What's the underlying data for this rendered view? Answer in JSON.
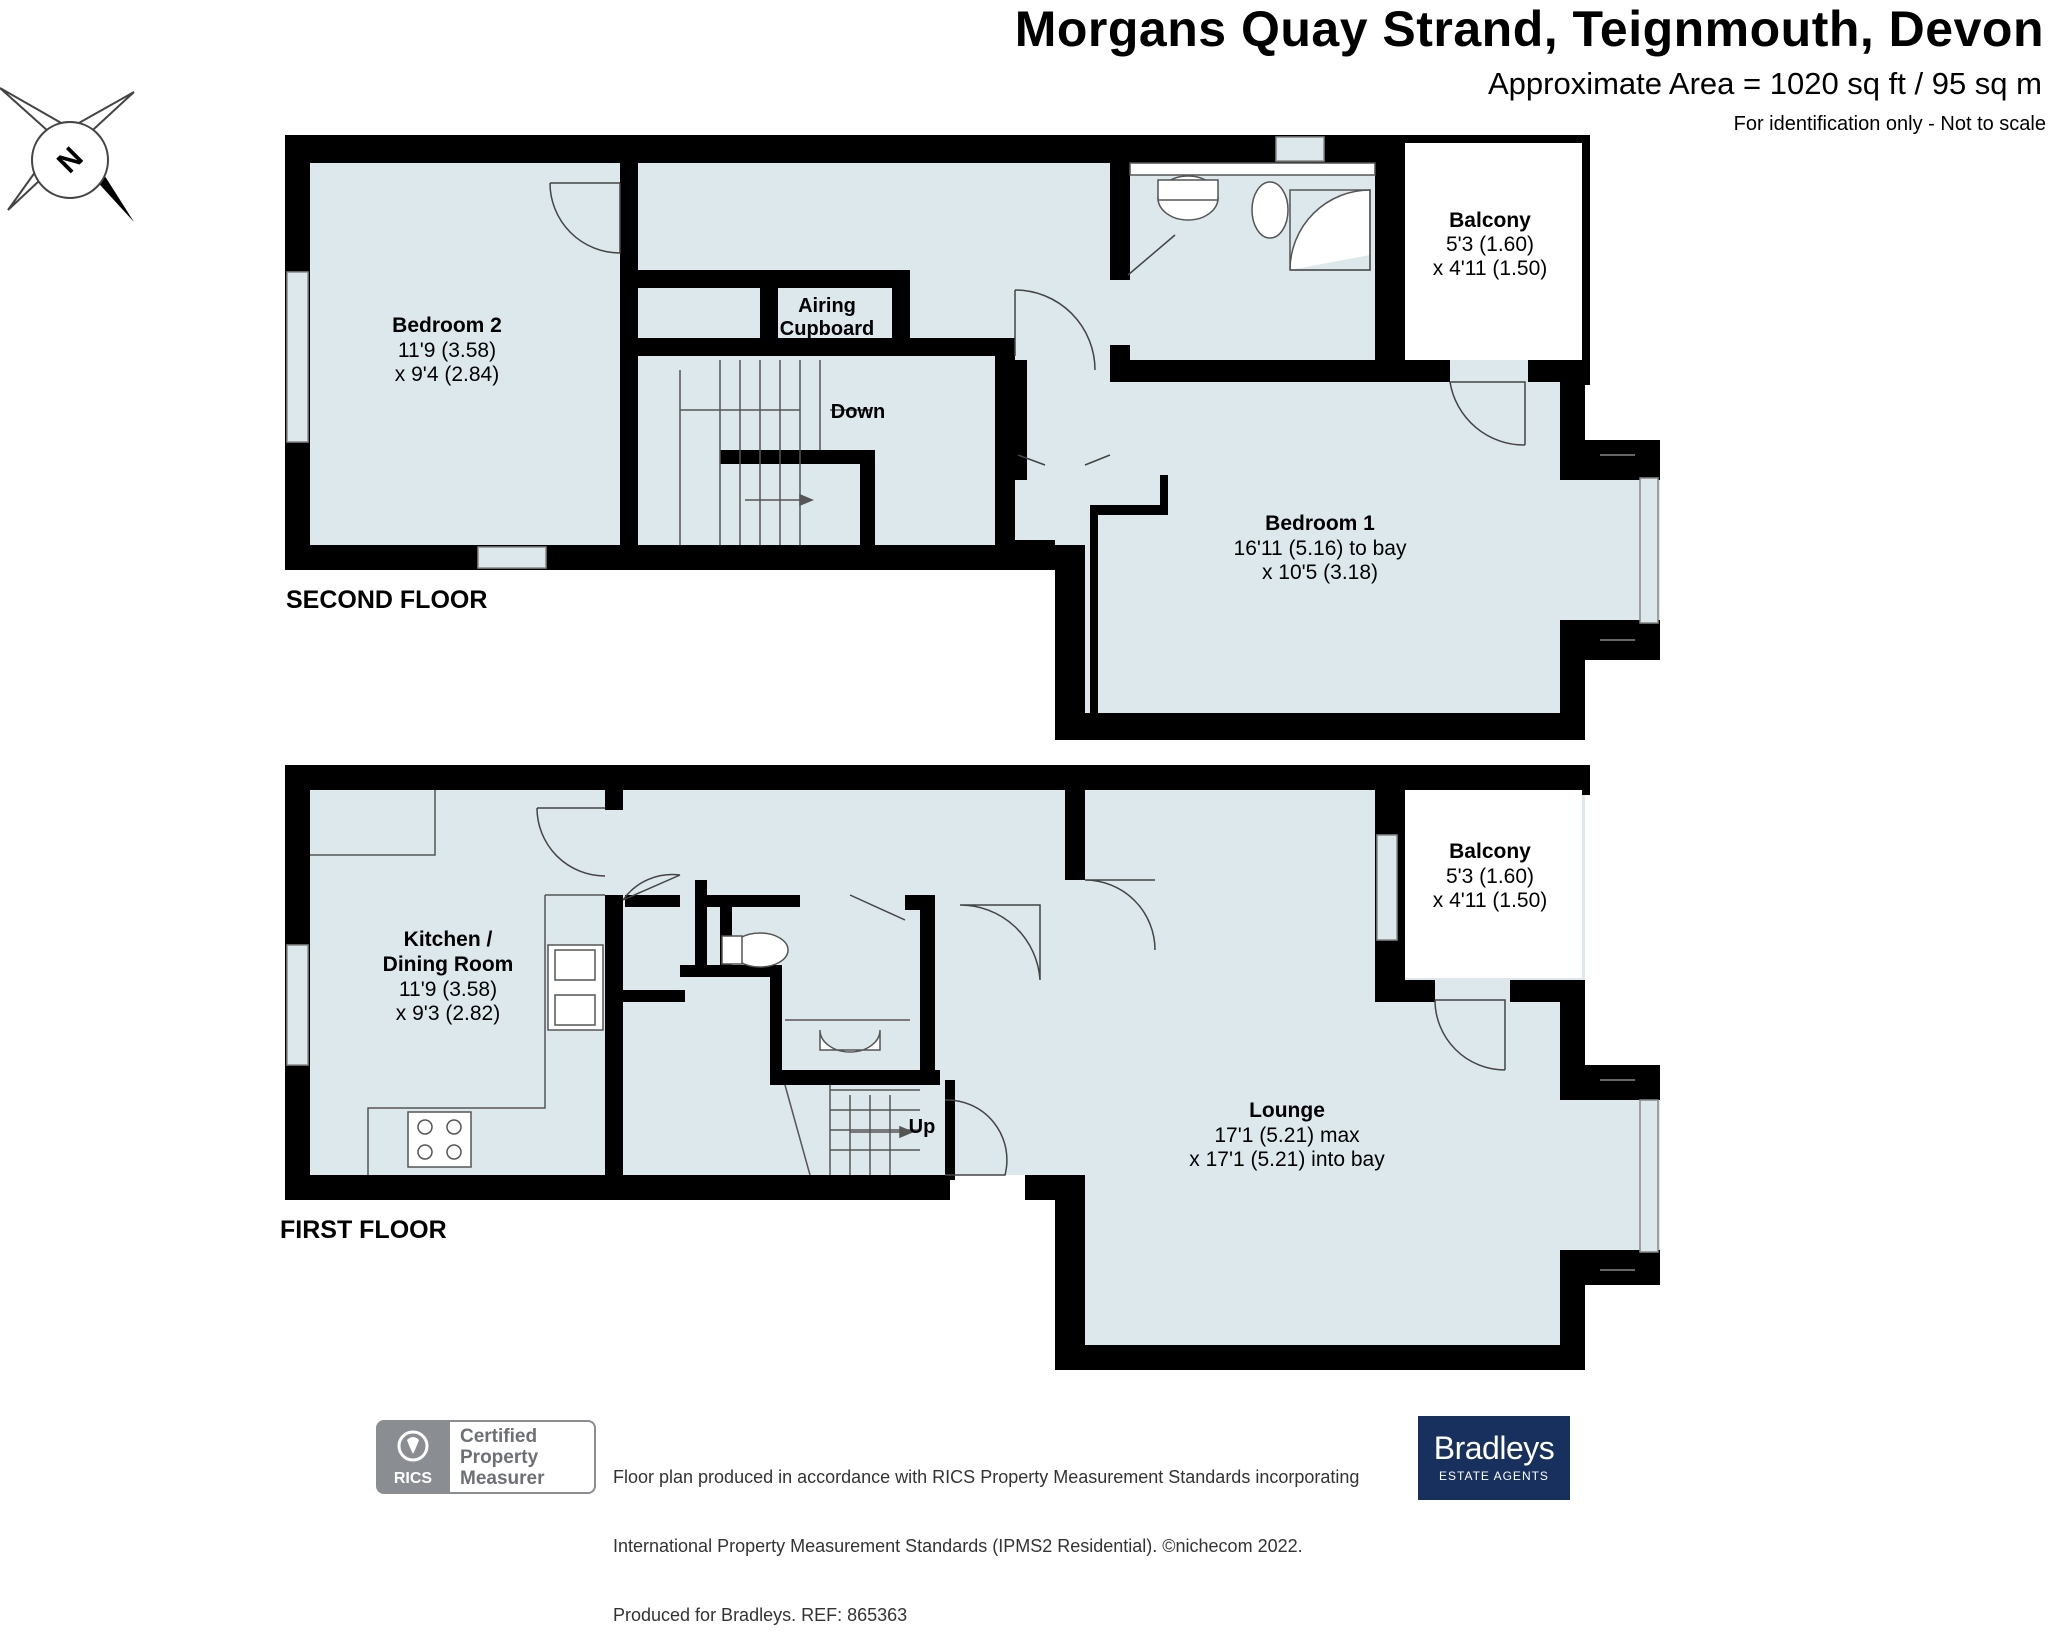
{
  "header": {
    "title": "Morgans Quay Strand, Teignmouth, Devon",
    "area": "Approximate Area = 1020 sq ft / 95 sq m",
    "note": "For identification only - Not to scale"
  },
  "compass": {
    "letter": "N",
    "icon": "compass-rose-icon"
  },
  "floors": {
    "second": {
      "label": "SECOND FLOOR",
      "rooms": {
        "bedroom2": {
          "name": "Bedroom 2",
          "dim1": "11'9 (3.58)",
          "dim2": "x 9'4 (2.84)"
        },
        "airing": {
          "line1": "Airing",
          "line2": "Cupboard"
        },
        "stairs": {
          "label": "Down"
        },
        "balcony": {
          "name": "Balcony",
          "dim1": "5'3 (1.60)",
          "dim2": "x 4'11 (1.50)"
        },
        "bedroom1": {
          "name": "Bedroom 1",
          "dim1": "16'11 (5.16) to bay",
          "dim2": "x 10'5 (3.18)"
        }
      }
    },
    "first": {
      "label": "FIRST FLOOR",
      "rooms": {
        "kitchen": {
          "name1": "Kitchen /",
          "name2": "Dining Room",
          "dim1": "11'9 (3.58)",
          "dim2": "x 9'3 (2.82)"
        },
        "stairs": {
          "label": "Up"
        },
        "balcony": {
          "name": "Balcony",
          "dim1": "5'3 (1.60)",
          "dim2": "x 4'11 (1.50)"
        },
        "lounge": {
          "name": "Lounge",
          "dim1": "17'1 (5.21) max",
          "dim2": "x 17'1 (5.21) into bay"
        }
      }
    }
  },
  "footer": {
    "rics_badge": {
      "line1": "Certified",
      "line2": "Property",
      "line3": "Measurer",
      "org": "RICS"
    },
    "text_line1": "Floor plan produced in accordance with RICS Property Measurement Standards incorporating",
    "text_line2": "International Property Measurement Standards (IPMS2 Residential).  ©nichecom 2022.",
    "text_line3": "Produced for Bradleys.   REF:  865363",
    "brand": {
      "name": "Bradleys",
      "tagline": "ESTATE AGENTS"
    }
  },
  "colors": {
    "wall": "#000000",
    "floor": "#dce8ec",
    "window": "#dce8ec",
    "brand_bg": "#17305e",
    "badge_grey": "#8a8d91"
  }
}
